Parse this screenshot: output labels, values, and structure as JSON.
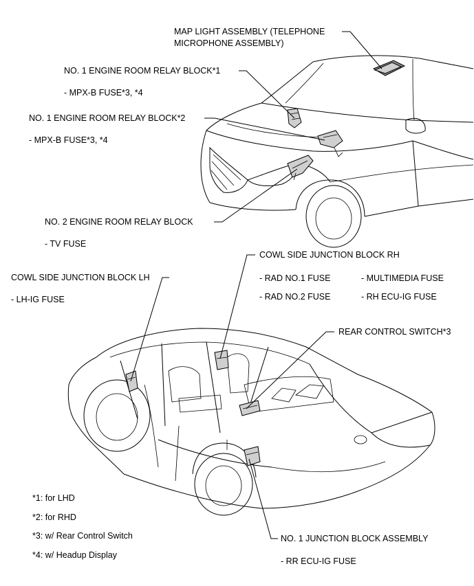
{
  "labels": {
    "map_light_1": "MAP LIGHT ASSEMBLY (TELEPHONE",
    "map_light_2": "MICROPHONE ASSEMBLY)",
    "er_relay_1": "NO. 1 ENGINE ROOM RELAY BLOCK*1",
    "er_relay_1_fuse": "- MPX-B FUSE*3, *4",
    "er_relay_2": "NO. 1 ENGINE ROOM RELAY BLOCK*2",
    "er_relay_2_fuse": "- MPX-B FUSE*3, *4",
    "er_relay_no2": "NO. 2 ENGINE ROOM RELAY BLOCK",
    "tv_fuse": "- TV FUSE",
    "cowl_rh": "COWL SIDE JUNCTION BLOCK RH",
    "rad1": "- RAD NO.1 FUSE",
    "multimedia": "- MULTIMEDIA FUSE",
    "rad2": "- RAD NO.2 FUSE",
    "rh_ecu": "- RH ECU-IG FUSE",
    "cowl_lh": "COWL SIDE JUNCTION BLOCK LH",
    "lh_ig": "- LH-IG FUSE",
    "rear_ctrl": "REAR CONTROL SWITCH*3",
    "jb1": "NO. 1 JUNCTION BLOCK ASSEMBLY",
    "rr_ecu": "- RR ECU-IG FUSE"
  },
  "notes": [
    "*1: for LHD",
    "*2: for RHD",
    "*3: w/ Rear Control Switch",
    "*4: w/ Headup Display"
  ]
}
